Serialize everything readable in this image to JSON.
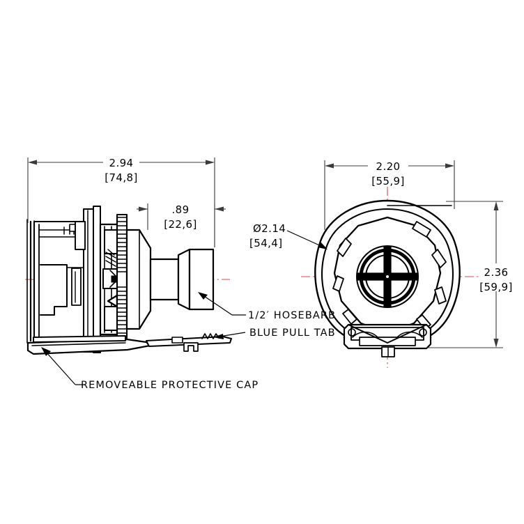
{
  "drawing": {
    "title": "Quick-disconnect coupling with protective cap",
    "background_color": "#ffffff",
    "line_color": "#000000",
    "dimension_color": "#3b3b3b",
    "centerline_color": "#d94b4b",
    "views": [
      {
        "name": "side-view",
        "label": ""
      },
      {
        "name": "front-view",
        "label": ""
      }
    ]
  },
  "dimensions": {
    "overall_length": {
      "name": "overall-length-dimension",
      "inch": "2.94",
      "metric": "[74,8]"
    },
    "barb_length": {
      "name": "barb-length-dimension",
      "inch": ".89",
      "metric": "[22,6]"
    },
    "cap_width": {
      "name": "cap-width-dimension",
      "inch": "2.20",
      "metric": "[55,9]"
    },
    "cap_height": {
      "name": "cap-height-dimension",
      "inch": "2.36",
      "metric": "[59,9]"
    },
    "cap_diameter": {
      "name": "cap-diameter-dimension",
      "inch": "Ø2.14",
      "metric": "[54,4]"
    }
  },
  "callouts": [
    {
      "name": "hosebarb-callout",
      "text": "1/2′ HOSEBARB"
    },
    {
      "name": "blue-pull-tab-callout",
      "text": "BLUE PULL TAB"
    },
    {
      "name": "protective-cap-callout",
      "text": "REMOVEABLE PROTECTIVE CAP"
    }
  ]
}
